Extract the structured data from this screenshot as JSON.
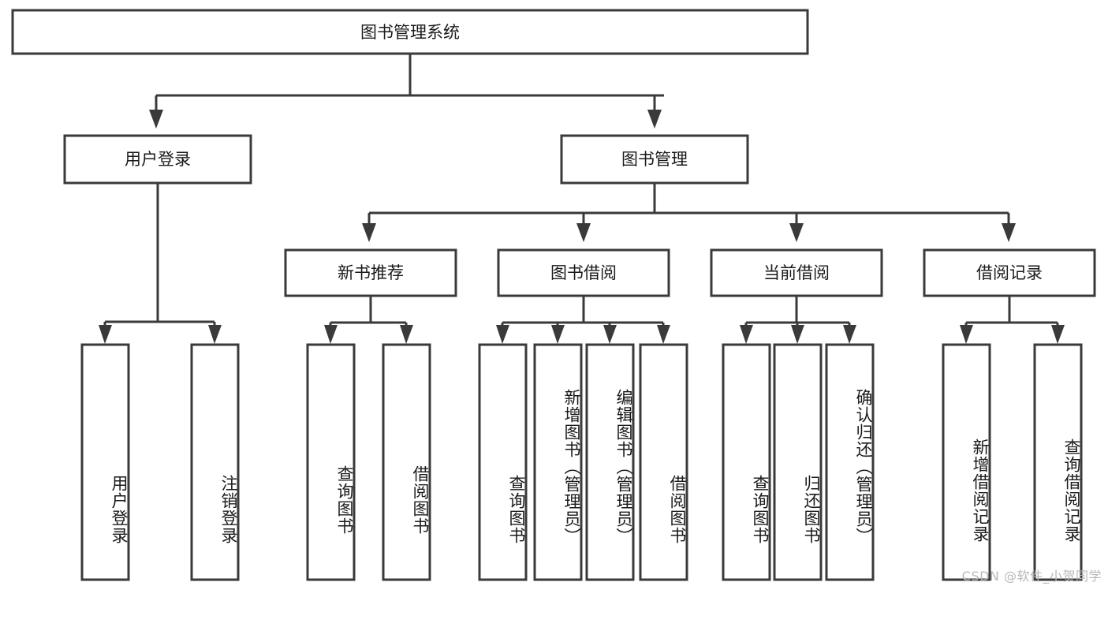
{
  "diagram": {
    "type": "tree-hierarchy",
    "title": "图书管理系统",
    "orientation": "top-down",
    "colors": {
      "stroke": "#3a3a3a",
      "fill": "#ffffff",
      "text": "#1a1a1a",
      "background": "#ffffff",
      "watermark": "#b8b8b8"
    },
    "levels": 4
  },
  "root": {
    "label": "图书管理系统"
  },
  "level2": [
    {
      "label": "用户登录"
    },
    {
      "label": "图书管理"
    }
  ],
  "level3": [
    {
      "label": "新书推荐"
    },
    {
      "label": "图书借阅"
    },
    {
      "label": "当前借阅"
    },
    {
      "label": "借阅记录"
    }
  ],
  "leaves": {
    "user_login": [
      {
        "label": "用户登录"
      },
      {
        "label": "注销登录"
      }
    ],
    "new_book_recommend": [
      {
        "label": "查询图书"
      },
      {
        "label": "借阅图书"
      }
    ],
    "book_borrow": [
      {
        "label": "查询图书"
      },
      {
        "label": "新增图书（管理员）"
      },
      {
        "label": "编辑图书（管理员）"
      },
      {
        "label": "借阅图书"
      }
    ],
    "current_borrow": [
      {
        "label": "查询图书"
      },
      {
        "label": "归还图书"
      },
      {
        "label": "确认归还（管理员）"
      }
    ],
    "borrow_record": [
      {
        "label": "新增借阅记录"
      },
      {
        "label": "查询借阅记录"
      }
    ]
  },
  "watermark": {
    "text": "CSDN @软件_小贺同学"
  }
}
